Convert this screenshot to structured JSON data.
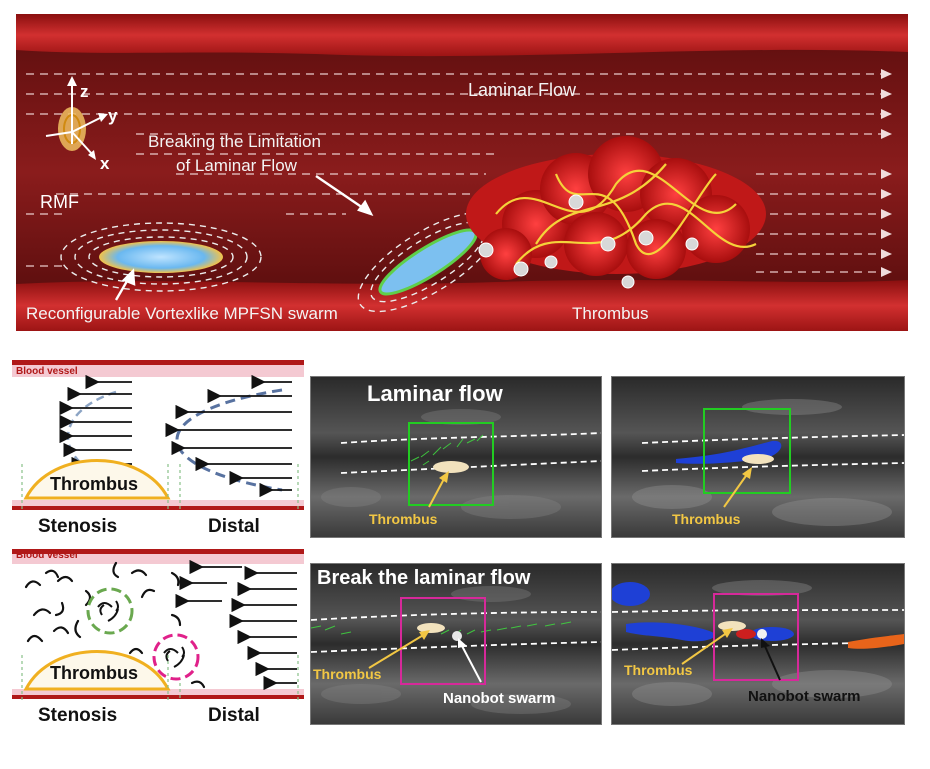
{
  "top": {
    "laminar_flow": "Laminar Flow",
    "breaking_line1": "Breaking the Limitation",
    "breaking_line2": "of Laminar Flow",
    "axis_z": "z",
    "axis_y": "y",
    "axis_x": "x",
    "rmf": "RMF",
    "swarm_label": "Reconfigurable Vortexlike MPFSN swarm",
    "thrombus_label": "Thrombus"
  },
  "schematic_top": {
    "blood_vessel": "Blood vessel",
    "thrombus": "Thrombus",
    "stenosis": "Stenosis",
    "distal": "Distal"
  },
  "schematic_bottom": {
    "blood_vessel": "Blood vessel",
    "thrombus": "Thrombus",
    "stenosis": "Stenosis",
    "distal": "Distal"
  },
  "us_top_left": {
    "title": "Laminar flow",
    "thrombus": "Thrombus"
  },
  "us_top_right": {
    "thrombus": "Thrombus"
  },
  "us_bottom_left": {
    "title": "Break the laminar flow",
    "thrombus": "Thrombus",
    "nanobot": "Nanobot swarm"
  },
  "us_bottom_right": {
    "thrombus": "Thrombus",
    "nanobot": "Nanobot swarm"
  },
  "colors": {
    "vessel_red": "#b01818",
    "thrombus_yellow": "#f0b020",
    "label_yellow": "#f2c744",
    "box_green": "#22cc22",
    "box_magenta": "#d6299a",
    "swarm_green": "#2e9e2e",
    "swarm_magenta": "#e0218a"
  }
}
